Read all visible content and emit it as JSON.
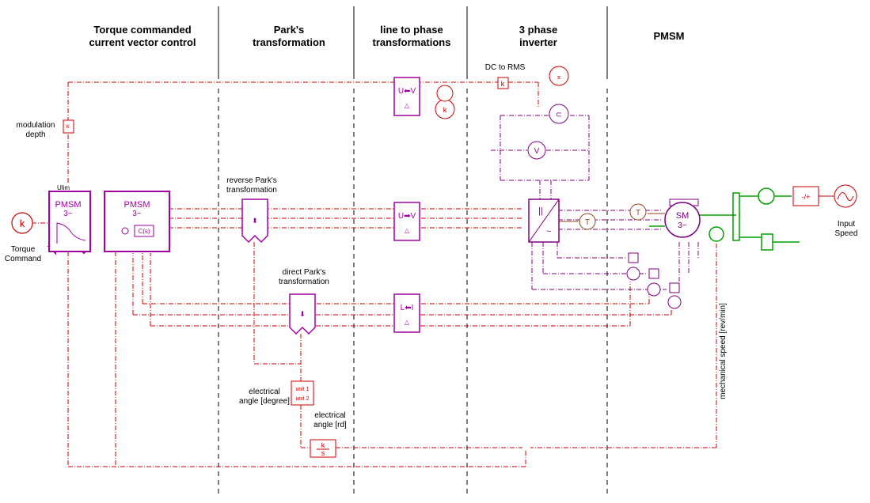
{
  "sections": {
    "control": "Torque commanded\ncurrent vector control",
    "park": "Park's\ntransformation",
    "line_phase": "line to phase\ntransformations",
    "inverter": "3 phase\ninverter",
    "pmsm": "PMSM"
  },
  "labels": {
    "torque_command": "Torque\nCommand",
    "modulation_depth": "modulation\ndepth",
    "dc_to_rms": "DC to RMS",
    "reverse_park": "reverse Park's\ntransformation",
    "direct_park": "direct Park's\ntransformation",
    "elec_angle_deg": "electrical\nangle [degree]",
    "elec_angle_rd": "electrical\nangle [rd]",
    "input_speed": "Input\nSpeed",
    "mech_speed": "mechanical speed [rev/min]"
  },
  "blocks": {
    "k_source": "k",
    "pmsm_name": "PMSM",
    "three_phase": "3~",
    "ulim": "Ulim",
    "unit1": "unit 1",
    "unit2": "unit 2",
    "k_over_s_num": "k",
    "k_over_s_den": "s",
    "sm": "SM",
    "sm_phase": "3~",
    "cs": "C(s)",
    "t_sensor": "T"
  },
  "colors": {
    "control": "#a000a0",
    "sensor": "#cc0000",
    "mechanical": "#00a000",
    "thermal": "#8b4513",
    "signal": "#cc0000"
  }
}
